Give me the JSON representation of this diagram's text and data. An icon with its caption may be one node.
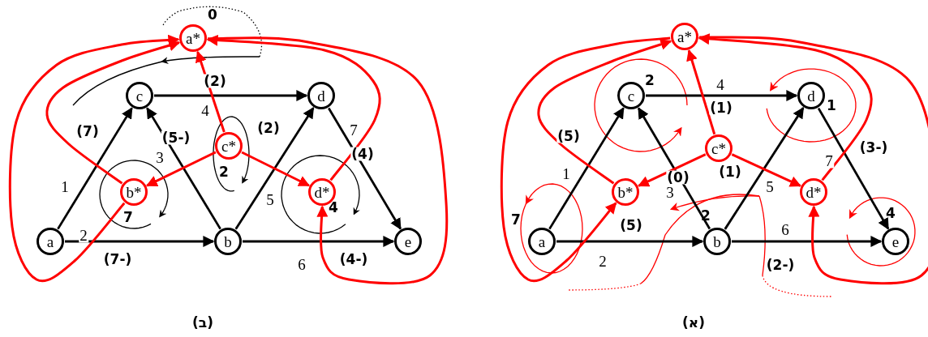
{
  "diagram": {
    "nodes": [
      {
        "text": [
          "a*"
        ],
        "beside": [
          "0"
        ]
      },
      {
        "text": [
          "c"
        ]
      },
      {
        "text": [
          "d"
        ]
      },
      {
        "text": [
          "c*"
        ],
        "beside": [
          "2"
        ]
      },
      {
        "text": [
          "b*"
        ],
        "beside": [
          "7"
        ]
      },
      {
        "text": [
          "d*"
        ],
        "beside": [
          "4"
        ]
      },
      {
        "text": [
          "a"
        ]
      },
      {
        "text": [
          "b"
        ]
      },
      {
        "text": [
          "e"
        ]
      },
      {
        "text": [
          "a*"
        ]
      },
      {
        "text": [
          "c"
        ],
        "beside": [
          "2"
        ]
      },
      {
        "text": [
          "d"
        ],
        "beside": [
          "1"
        ]
      },
      {
        "text": [
          "c*"
        ]
      },
      {
        "text": [
          "b*"
        ]
      },
      {
        "text": [
          "d*"
        ]
      },
      {
        "text": [
          "a"
        ],
        "beside": [
          "7"
        ]
      },
      {
        "text": [
          "b"
        ],
        "beside": [
          "2"
        ]
      },
      {
        "text": [
          "e"
        ],
        "beside": [
          "4"
        ]
      }
    ],
    "edges": [
      {
        "from": 6,
        "to": 1,
        "arrow": "to",
        "label": "1"
      },
      {
        "from": 6,
        "to": 7,
        "arrow": "to",
        "label": "2"
      },
      {
        "from": 7,
        "to": 1,
        "arrow": "to",
        "label": "3"
      },
      {
        "from": 1,
        "to": 2,
        "arrow": "to",
        "label": "4"
      },
      {
        "from": 7,
        "to": 2,
        "arrow": "to",
        "label": "5"
      },
      {
        "from": 7,
        "to": 8,
        "arrow": "to",
        "label": "6"
      },
      {
        "from": 2,
        "to": 8,
        "arrow": "to",
        "label": "7"
      },
      {
        "from": 3,
        "to": 0,
        "arrow": "to",
        "color": "#ff0000"
      },
      {
        "from": 3,
        "to": 4,
        "arrow": "to",
        "color": "#ff0000"
      },
      {
        "from": 3,
        "to": 5,
        "arrow": "to",
        "color": "#ff0000"
      },
      {
        "from": 4,
        "to": 0,
        "arrow": "to",
        "color": "#ff0000"
      },
      {
        "from": 4,
        "to": 0,
        "arrow": "to",
        "color": "#ff0000"
      },
      {
        "from": 5,
        "to": 0,
        "arrow": "to",
        "color": "#ff0000"
      },
      {
        "from": 0,
        "to": 5,
        "arrow": "to",
        "color": "#ff0000"
      },
      {
        "from": 15,
        "to": 10,
        "arrow": "to",
        "label": "1"
      },
      {
        "from": 15,
        "to": 16,
        "arrow": "to",
        "label": "2"
      },
      {
        "from": 16,
        "to": 10,
        "arrow": "to",
        "label": "3"
      },
      {
        "from": 10,
        "to": 11,
        "arrow": "to",
        "label": "4"
      },
      {
        "from": 16,
        "to": 11,
        "arrow": "to",
        "label": "5"
      },
      {
        "from": 16,
        "to": 17,
        "arrow": "to",
        "label": "6"
      },
      {
        "from": 11,
        "to": 17,
        "arrow": "to",
        "label": "7"
      },
      {
        "from": 12,
        "to": 9,
        "arrow": "to",
        "color": "#ff0000"
      },
      {
        "from": 12,
        "to": 13,
        "arrow": "to",
        "color": "#ff0000"
      },
      {
        "from": 12,
        "to": 14,
        "arrow": "to",
        "color": "#ff0000"
      },
      {
        "from": 13,
        "to": 9,
        "arrow": "to",
        "color": "#ff0000"
      },
      {
        "from": 9,
        "to": 13,
        "arrow": "to",
        "color": "#ff0000"
      },
      {
        "from": 14,
        "to": 9,
        "arrow": "to",
        "color": "#ff0000"
      },
      {
        "from": 9,
        "to": 14,
        "arrow": "to",
        "color": "#ff0000"
      }
    ],
    "labels": [
      "(7)",
      "(2)",
      "(5-)",
      "(2)",
      "(4)",
      "(7-)",
      "(4-)",
      "(ב)",
      "(5)",
      "(1)",
      "(0)",
      "(1)",
      "(3-)",
      "(5)",
      "(2-)",
      "(א)"
    ]
  }
}
